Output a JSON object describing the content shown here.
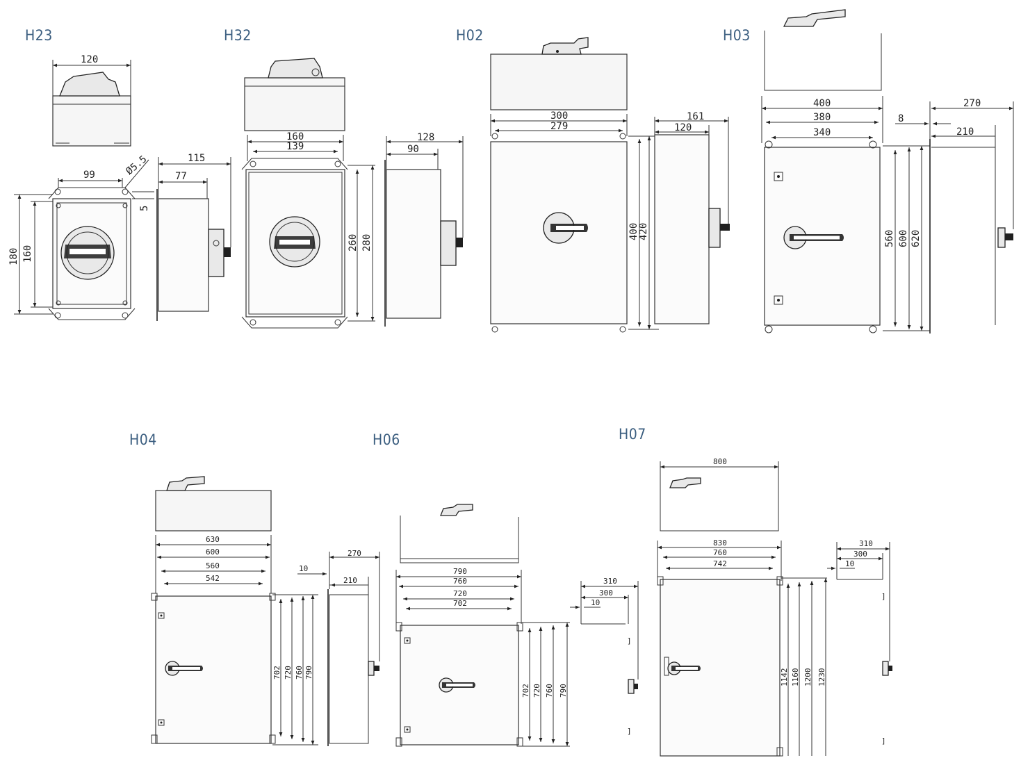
{
  "models": {
    "h23": {
      "label": "H23",
      "dims": [
        "120",
        "99",
        "Ø5.5",
        "5",
        "115",
        "77",
        "180",
        "160"
      ]
    },
    "h32": {
      "label": "H32",
      "dims": [
        "160",
        "139",
        "128",
        "90",
        "260",
        "280"
      ]
    },
    "h02": {
      "label": "H02",
      "dims": [
        "300",
        "279",
        "161",
        "120",
        "400",
        "420"
      ]
    },
    "h03": {
      "label": "H03",
      "dims": [
        "400",
        "380",
        "340",
        "8",
        "270",
        "210",
        "560",
        "600",
        "620"
      ]
    },
    "h04": {
      "label": "H04",
      "dims": [
        "630",
        "600",
        "560",
        "542",
        "10",
        "270",
        "210",
        "702",
        "720",
        "760",
        "790"
      ]
    },
    "h06": {
      "label": "H06",
      "dims": [
        "790",
        "760",
        "720",
        "702",
        "310",
        "300",
        "10",
        "702",
        "720",
        "760",
        "790"
      ]
    },
    "h07": {
      "label": "H07",
      "dims": [
        "800",
        "830",
        "760",
        "742",
        "310",
        "300",
        "10",
        "1142",
        "1160",
        "1200",
        "1230"
      ]
    }
  },
  "colors": {
    "label": "#3a5d7f",
    "line": "#333333"
  }
}
